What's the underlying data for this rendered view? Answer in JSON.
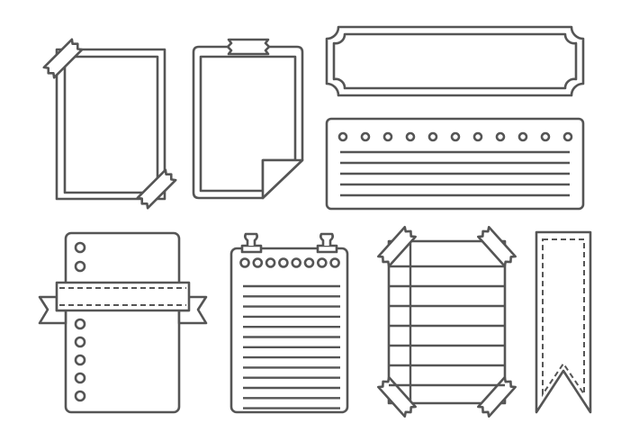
{
  "illustration": {
    "stroke_color": "#555555",
    "background_color": "#ffffff",
    "items": [
      {
        "name": "taped-photo-frame"
      },
      {
        "name": "folded-corner-note"
      },
      {
        "name": "ornate-label-plaque"
      },
      {
        "name": "dotted-ruled-card"
      },
      {
        "name": "ribbon-binder-page"
      },
      {
        "name": "clipped-notepad"
      },
      {
        "name": "taped-lined-paper"
      },
      {
        "name": "dashed-bookmark"
      }
    ]
  }
}
